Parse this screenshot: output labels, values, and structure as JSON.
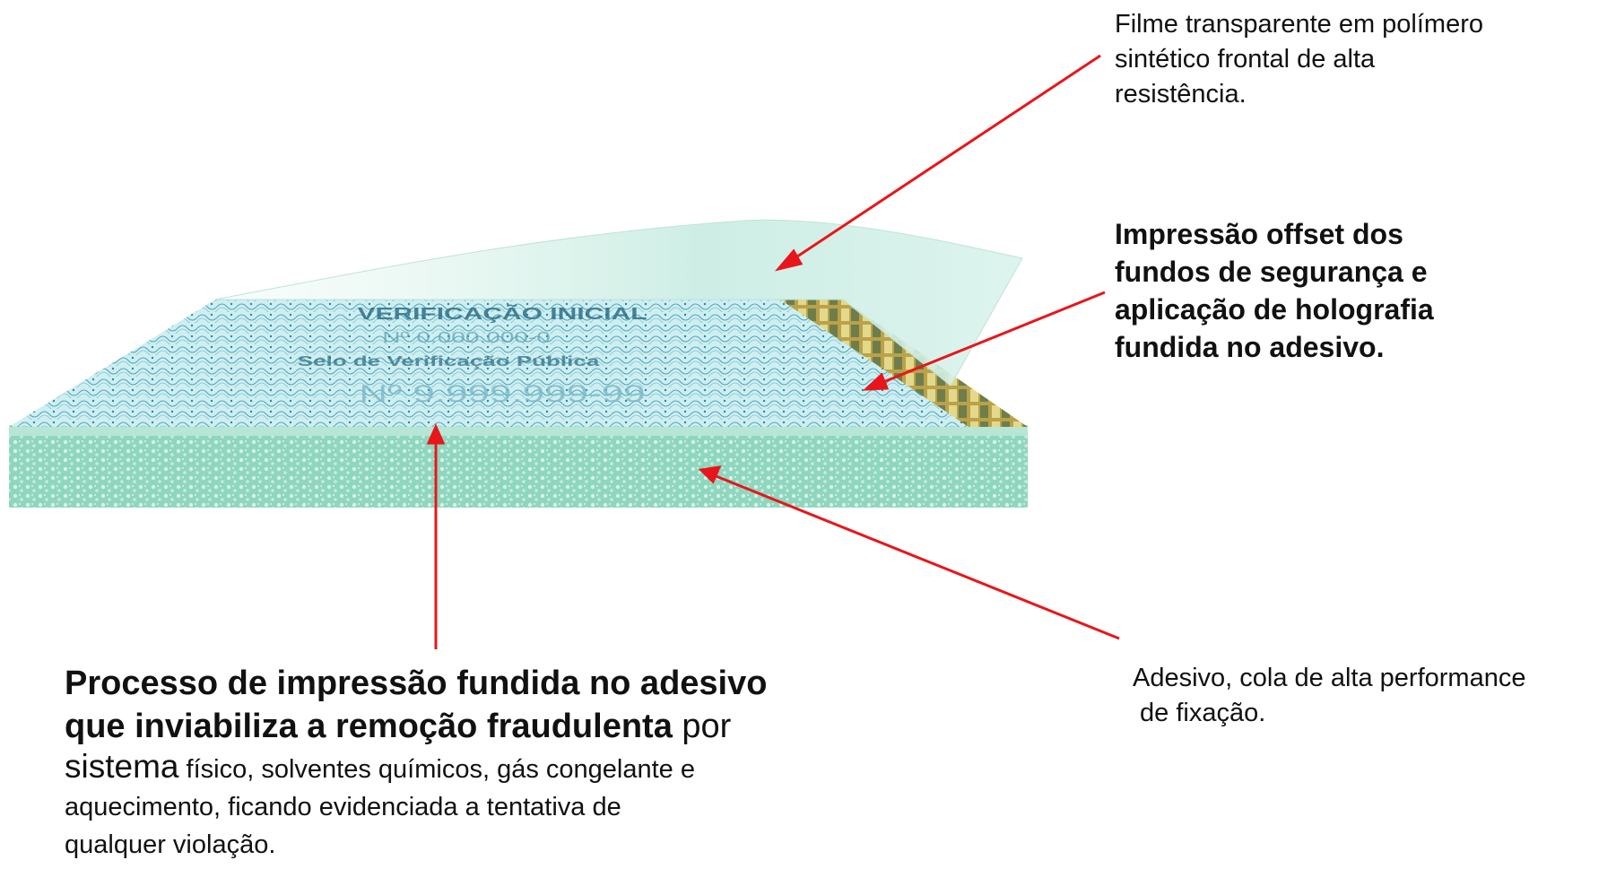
{
  "labels": {
    "film": {
      "lines": [
        "Filme transparente em polímero",
        "sintético frontal de alta",
        "resistência."
      ]
    },
    "offset": {
      "lines": [
        "Impressão offset dos",
        "fundos de segurança e",
        "aplicação de holografia",
        "fundida no adesivo."
      ]
    },
    "adhesive": {
      "lines": [
        "Adesivo, cola de alta performance",
        " de fixação."
      ]
    },
    "process": {
      "bold_line1": "Processo de impressão fundida no adesivo",
      "bold_line2": "que inviabiliza a remoção fraudulenta",
      "normal_tail": " por",
      "large_word": "sistema",
      "body_first": " físico, solventes químicos, gás congelante e",
      "body_rest": [
        "aquecimento, ficando evidenciada a tentativa de",
        "qualquer violação."
      ]
    }
  },
  "label_art": {
    "printed_lines": [
      "VERIFICAÇÃO INICIAL",
      "Nº 0.000.000-0",
      "Selo de Verificação Pública",
      "Nº 9.999.999-99"
    ]
  },
  "colors": {
    "arrow": "#e8161b",
    "film": "#d4f1ea",
    "base": "#b8e6d5",
    "adhesive": "#7fcfb6",
    "print": "#3b8fa5",
    "hologram": "#c9b24a"
  }
}
